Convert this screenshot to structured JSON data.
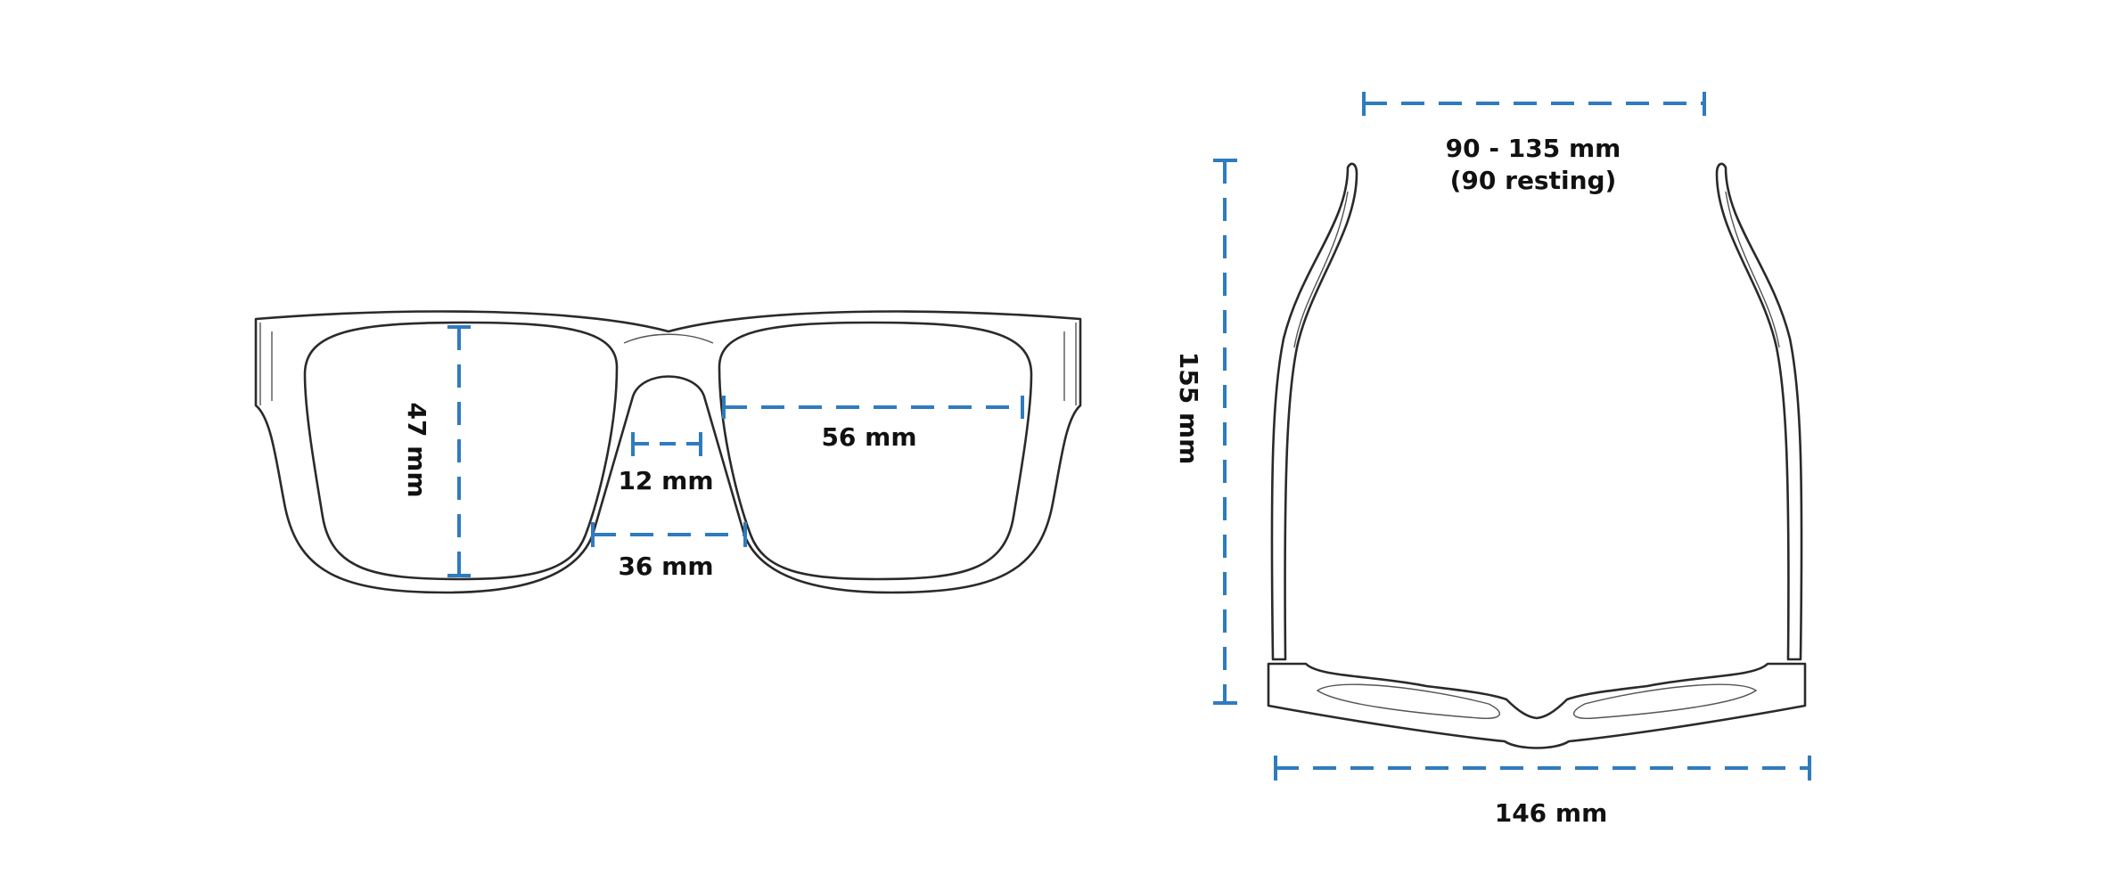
{
  "front_view": {
    "lens_height": "47 mm",
    "lens_width": "56 mm",
    "bridge_width": "12 mm",
    "nose_width": "36 mm"
  },
  "top_view": {
    "temple_spread": "90 - 135 mm",
    "temple_spread_note": "(90 resting)",
    "temple_length": "155 mm",
    "frame_width": "146 mm"
  },
  "colors": {
    "dimension_line": "#2f7bbf",
    "outline": "#2a2a2a"
  }
}
